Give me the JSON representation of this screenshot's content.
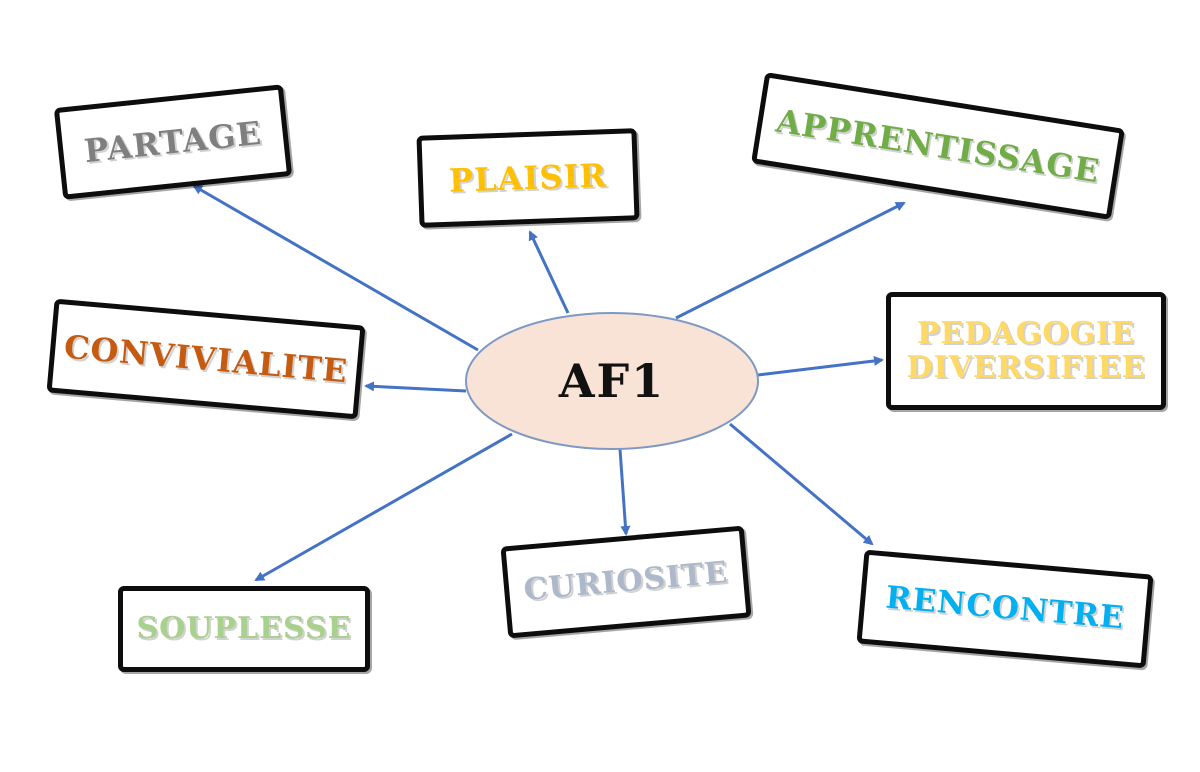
{
  "center": {
    "label": "AF1",
    "fill": "#f8e3d6",
    "stroke": "#7d99c4"
  },
  "arrow_color": "#4472c4",
  "nodes": [
    {
      "id": "partage",
      "label": "PARTAGE",
      "color": "#7f7f7f"
    },
    {
      "id": "plaisir",
      "label": "PLAISIR",
      "color": "#ffc000"
    },
    {
      "id": "apprentissage",
      "label": "APPRENTISSAGE",
      "color": "#70ad47"
    },
    {
      "id": "convivialite",
      "label": "CONVIVIALITE",
      "color": "#c55a11"
    },
    {
      "id": "pedagogie-diversifiee",
      "label_line1": "PEDAGOGIE",
      "label_line2": "DIVERSIFIEE",
      "color": "#ffd966"
    },
    {
      "id": "souplesse",
      "label": "SOUPLESSE",
      "color": "#a9d18e"
    },
    {
      "id": "curiosite",
      "label": "CURIOSITE",
      "color": "#adb9ca"
    },
    {
      "id": "rencontre",
      "label": "RENCONTRE",
      "color": "#00b0f0"
    }
  ]
}
